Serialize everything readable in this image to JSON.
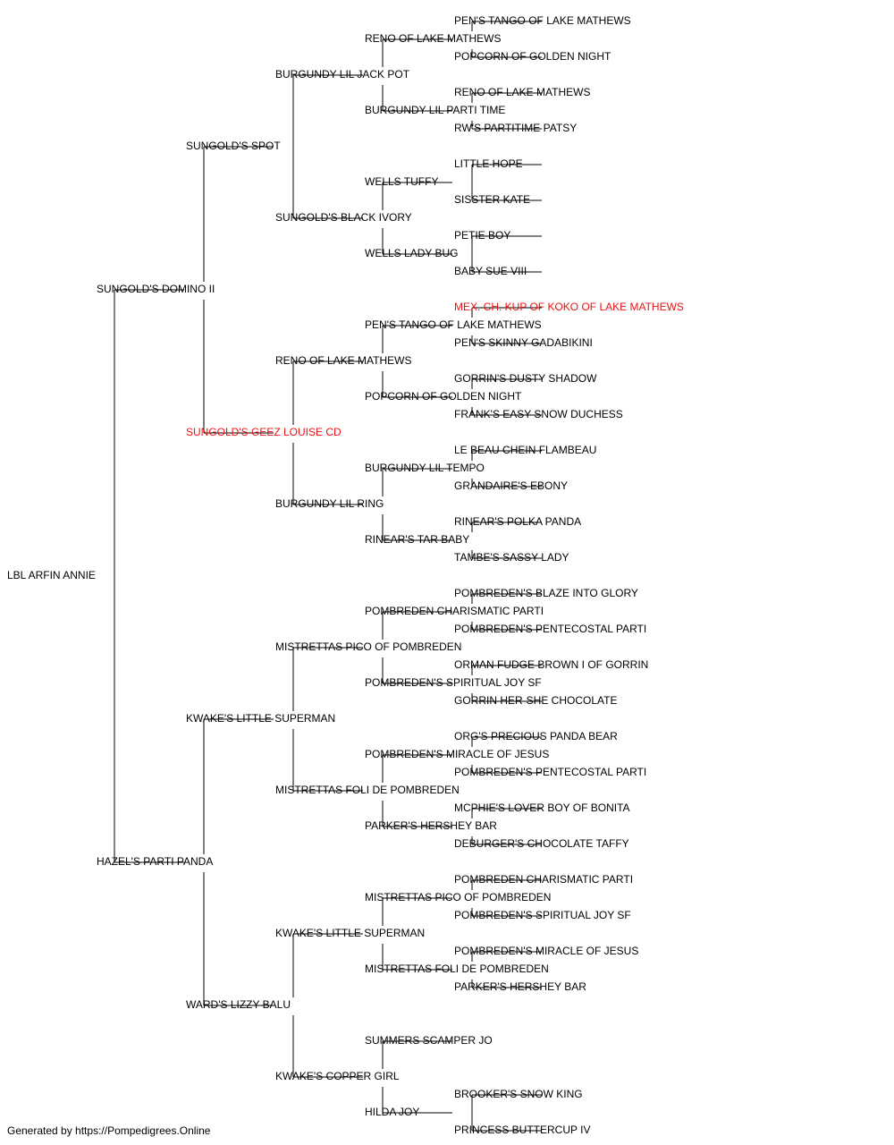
{
  "colors": {
    "text": "#000000",
    "highlight": "#ee1111",
    "line": "#000000"
  },
  "footer": "Generated by https://Pompedigrees.Online",
  "pedigree": {
    "name": "LBL ARFIN ANNIE",
    "sire": {
      "name": "SUNGOLD'S DOMINO II",
      "sire": {
        "name": "SUNGOLD'S SPOT",
        "sire": {
          "name": "BURGUNDY LIL JACK POT",
          "sire": {
            "name": "RENO OF LAKE MATHEWS",
            "sire": {
              "name": "PEN'S TANGO OF LAKE MATHEWS"
            },
            "dam": {
              "name": "POPCORN OF GOLDEN NIGHT"
            }
          },
          "dam": {
            "name": "BURGUNDY LIL PARTI TIME",
            "sire": {
              "name": "RENO OF LAKE MATHEWS"
            },
            "dam": {
              "name": "RW'S PARTITIME PATSY"
            }
          }
        },
        "dam": {
          "name": "SUNGOLD'S BLACK IVORY",
          "sire": {
            "name": "WELLS TUFFY",
            "sire": {
              "name": "LITTLE HOPE"
            },
            "dam": {
              "name": "SISSTER KATE"
            }
          },
          "dam": {
            "name": "WELLS LADY BUG",
            "sire": {
              "name": "PETIE BOY"
            },
            "dam": {
              "name": "BABY SUE VIII"
            }
          }
        }
      },
      "dam": {
        "name": "SUNGOLD'S GEEZ LOUISE CD",
        "highlight": true,
        "sire": {
          "name": "RENO OF LAKE MATHEWS",
          "sire": {
            "name": "PEN'S TANGO OF LAKE MATHEWS",
            "sire": {
              "name": "MEX. CH. KUP OF KOKO OF LAKE MATHEWS",
              "highlight": true
            },
            "dam": {
              "name": "PEN'S SKINNY GADABIKINI"
            }
          },
          "dam": {
            "name": "POPCORN OF GOLDEN NIGHT",
            "sire": {
              "name": "GORRIN'S DUSTY SHADOW"
            },
            "dam": {
              "name": "FRANK'S EASY SNOW DUCHESS"
            }
          }
        },
        "dam": {
          "name": "BURGUNDY LIL RING",
          "sire": {
            "name": "BURGUNDY LIL TEMPO",
            "sire": {
              "name": "LE BEAU CHEIN FLAMBEAU"
            },
            "dam": {
              "name": "GRANDAIRE'S EBONY"
            }
          },
          "dam": {
            "name": "RINEAR'S TAR BABY",
            "sire": {
              "name": "RINEAR'S POLKA PANDA"
            },
            "dam": {
              "name": "TAMBE'S SASSY LADY"
            }
          }
        }
      }
    },
    "dam": {
      "name": "HAZEL'S PARTI PANDA",
      "sire": {
        "name": "KWAKE'S LITTLE SUPERMAN",
        "sire": {
          "name": "MISTRETTAS PICO OF POMBREDEN",
          "sire": {
            "name": "POMBREDEN CHARISMATIC PARTI",
            "sire": {
              "name": "POMBREDEN'S BLAZE INTO GLORY"
            },
            "dam": {
              "name": "POMBREDEN'S PENTECOSTAL PARTI"
            }
          },
          "dam": {
            "name": "POMBREDEN'S SPIRITUAL JOY SF",
            "sire": {
              "name": "ORMAN FUDGE BROWN I OF GORRIN"
            },
            "dam": {
              "name": "GORRIN HER-SHE CHOCOLATE"
            }
          }
        },
        "dam": {
          "name": "MISTRETTAS FOLI DE POMBREDEN",
          "sire": {
            "name": "POMBREDEN'S MIRACLE OF JESUS",
            "sire": {
              "name": "ORG'S PRECIOUS PANDA BEAR"
            },
            "dam": {
              "name": "POMBREDEN'S PENTECOSTAL PARTI"
            }
          },
          "dam": {
            "name": "PARKER'S HERSHEY BAR",
            "sire": {
              "name": "MCPHIE'S LOVER BOY OF BONITA"
            },
            "dam": {
              "name": "DEBURGER'S CHOCOLATE TAFFY"
            }
          }
        }
      },
      "dam": {
        "name": "WARD'S LIZZY BALU",
        "sire": {
          "name": "KWAKE'S LITTLE SUPERMAN",
          "sire": {
            "name": "MISTRETTAS PICO OF POMBREDEN",
            "sire": {
              "name": "POMBREDEN CHARISMATIC PARTI"
            },
            "dam": {
              "name": "POMBREDEN'S SPIRITUAL JOY SF"
            }
          },
          "dam": {
            "name": "MISTRETTAS FOLI DE POMBREDEN",
            "sire": {
              "name": "POMBREDEN'S MIRACLE OF JESUS"
            },
            "dam": {
              "name": "PARKER'S HERSHEY BAR"
            }
          }
        },
        "dam": {
          "name": "KWAKE'S COPPER GIRL",
          "sire": {
            "name": "SUMMERS SCAMPER JO"
          },
          "dam": {
            "name": "HILDA JOY",
            "sire": {
              "name": "BROOKER'S SNOW KING"
            },
            "dam": {
              "name": "PRINCESS BUTTERCUP IV"
            }
          }
        }
      }
    }
  }
}
